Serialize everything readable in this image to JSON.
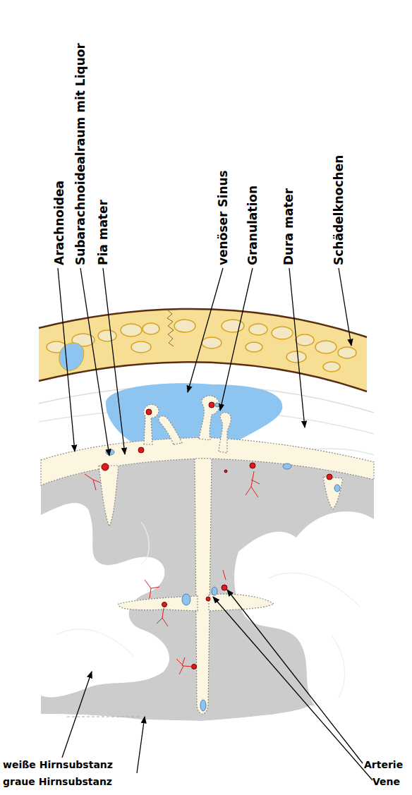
{
  "diagram": {
    "labels": [
      "Arachnoidea",
      "Subarachnoidealraum mit Liquor",
      "Pia mater",
      "venöser Sinus",
      "Granulation",
      "Dura mater",
      "Schädelknochen",
      "weiße Hirnsubstanz",
      "graue Hirnsubstanz",
      "Arterie",
      "Vene"
    ]
  }
}
